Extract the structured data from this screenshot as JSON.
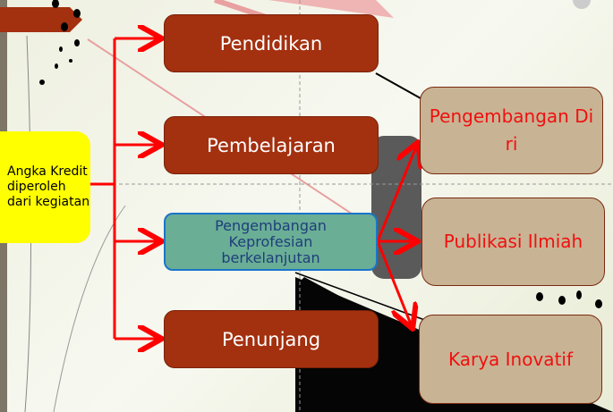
{
  "source": {
    "label": "Angka Kredit diperoleh dari kegiatan"
  },
  "activities": [
    {
      "label": "Pendidikan"
    },
    {
      "label": "Pembelajaran"
    },
    {
      "label": "Pengembangan Keprofesian berkelanjutan"
    },
    {
      "label": "Penunjang"
    }
  ],
  "outcomes": [
    {
      "label": "Pengembangan Diri"
    },
    {
      "label": "Publikasi Ilmiah"
    },
    {
      "label": "Karya Inovatif"
    }
  ],
  "colors": {
    "activity": "#a3300f",
    "pkb": "#6aae96",
    "outcome": "#c8b494",
    "arrow": "#ff0000",
    "source": "#ffff00"
  }
}
